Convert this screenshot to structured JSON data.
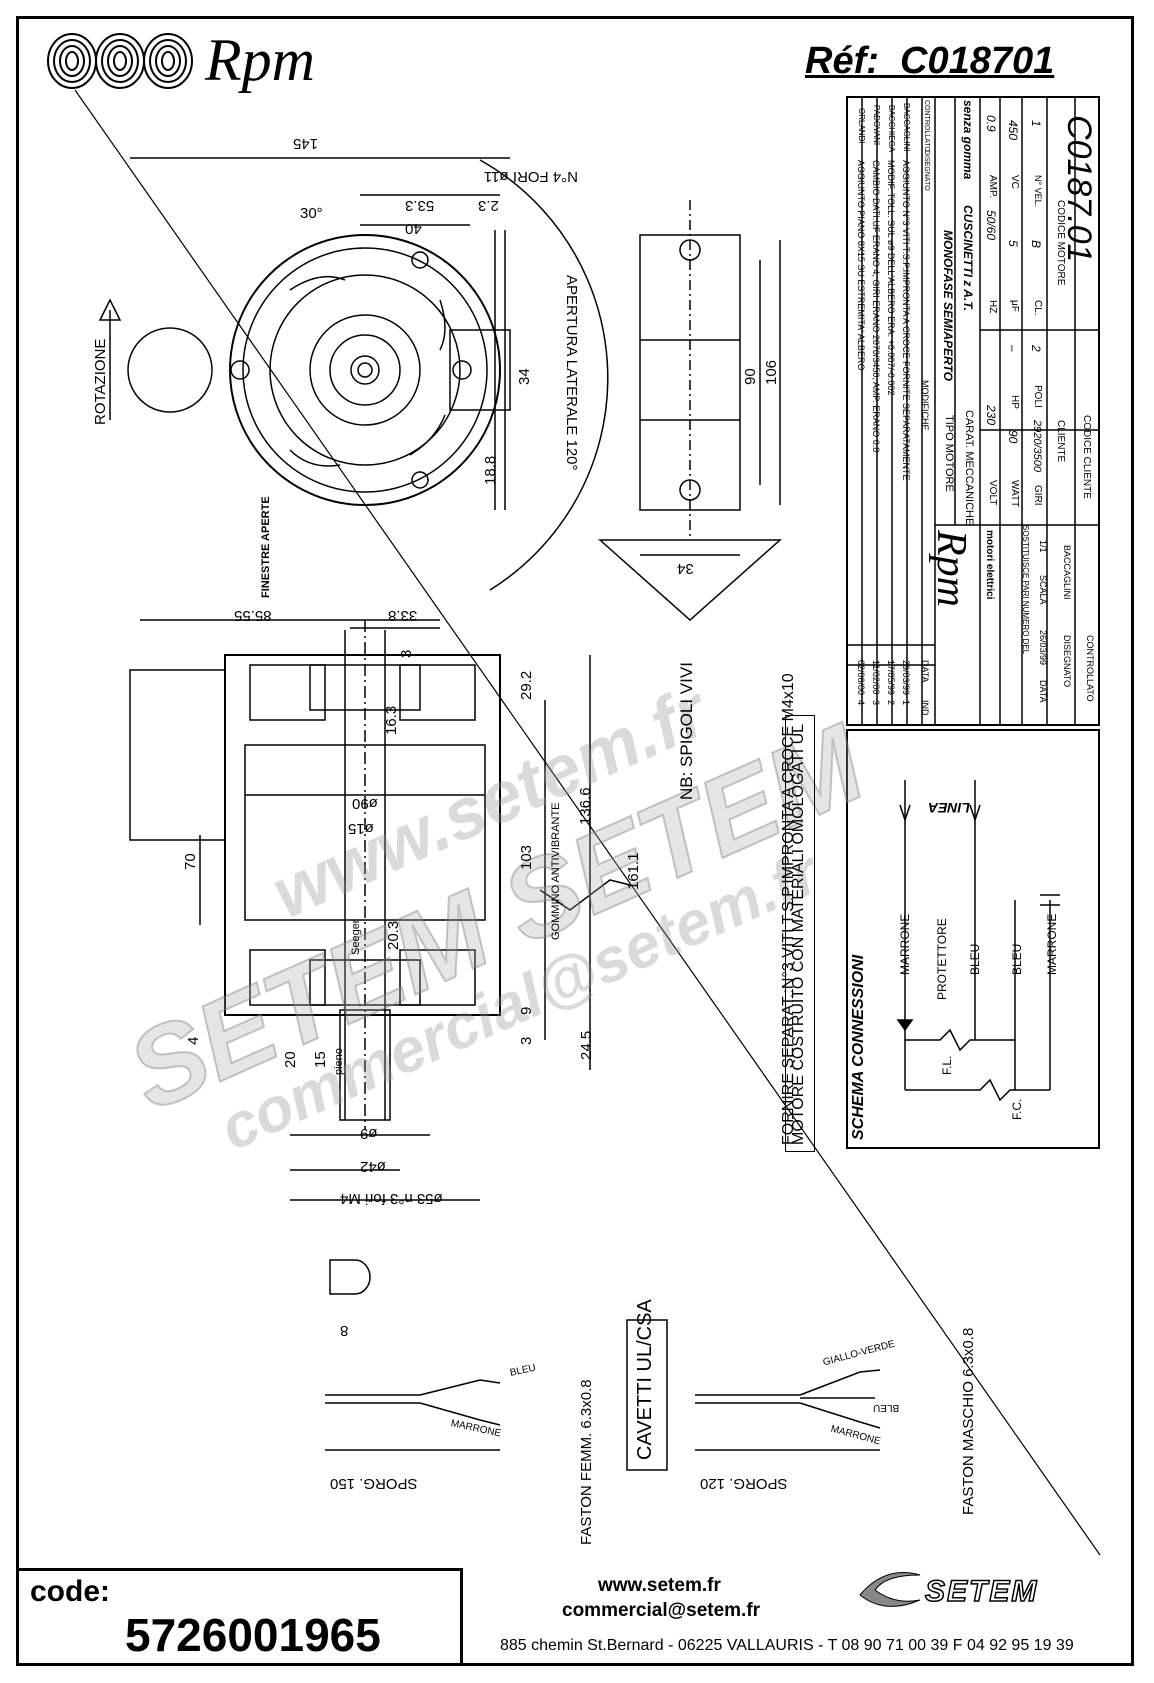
{
  "header": {
    "brand": "Rpm",
    "ref_label": "Réf:",
    "ref_value": "C018701"
  },
  "title_block": {
    "revisions": [
      {
        "ind": "4",
        "date": "02/06/00",
        "text": "AGGIUNTO PIANO 8X15 SU ESTREMITA' ALBERO",
        "by": "ORLANDI"
      },
      {
        "ind": "3",
        "date": "11/02/00",
        "text": "CAMBIO DATI:UF ERANO 4, GIRI ERANO 2870/3450, AMP. ERANO 0.8",
        "by": "PADOVANI"
      },
      {
        "ind": "2",
        "date": "17/05/99",
        "text": "MODIF. TOLL. SUL ø9 DELL'ALBERO ERA: +0.007/-0.002",
        "by": "BACCHIEGA"
      },
      {
        "ind": "1",
        "date": "29/03/99",
        "text": "AGGIUNTO N°3 VITI T.S.P.IMPRONTA A CROCE FORNITE SEPARATAMENTE",
        "by": "BACCAGLINI"
      }
    ],
    "rev_header": {
      "ind": "IND",
      "date": "DATA",
      "modifiche": "MODIFICHE",
      "disegnato": "DISEGNATO",
      "controllato": "CONTROLLATO"
    },
    "company": "Rpm",
    "company_sub": "motori elettrici",
    "tipo_motore_label": "TIPO MOTORE",
    "tipo_motore": "MONOFASE SEMIAPERTO",
    "carat_label": "CARAT. MECCANICHE",
    "carat": "CUSCINETTI z A.T.",
    "senza": "senza gomma",
    "volt_label": "VOLT",
    "volt": "230",
    "hz_label": "HZ",
    "hz": "50/60",
    "amp_label": "AMP.",
    "amp": "0.9",
    "watt_label": "WATT",
    "watt": "90",
    "hp_label": "HP",
    "hp": "–",
    "uf_label": "μF",
    "uf": "5",
    "vc_label": "VC",
    "vc": "450",
    "giri_label": "GIRI",
    "giri": "2920/3500",
    "poli_label": "POLI",
    "poli": "2",
    "cl_label": "CL.",
    "cl": "B",
    "nvel_label": "N° VEL.",
    "nvel": "1",
    "cliente_label": "CLIENTE",
    "codice_motore_label": "CODICE MOTORE",
    "codice_motore": "C0187.01",
    "codice_cliente_label": "CODICE CLIENTE",
    "sostituisce": "SOSTITUISCE PARI NUMERO DEL",
    "data_label": "DATA",
    "data": "26/03/99",
    "scala_label": "SCALA",
    "scala": "1/1",
    "disegnato_label": "DISEGNATO",
    "disegnato": "BACCAGLINI",
    "controllato_label": "CONTROLLATO"
  },
  "schema": {
    "title": "SCHEMA CONNESSIONI",
    "linea": "LINEA",
    "marrone": "MARRONE",
    "protettore": "PROTETTORE",
    "bleu": "BLEU",
    "fl": "F.L.",
    "fc": "F.C."
  },
  "notes": {
    "spigoli": "NB: SPIGOLI VIVI",
    "fornire": "FORNIRE SEPARAT.:N°3 VITI T.S.P.IMPRONTA A CROCE M4x10",
    "motore": "MOTORE COSTRUITO CON MATERIALI OMOLOGATI UL",
    "rotazione": "ROTAZIONE",
    "apertura": "APERTURA LATERALE 120°",
    "finestre": "FINESTRE APERTE",
    "gommino": "GOMMINO ANTIVIBRANTE",
    "seeger": "Seeger",
    "pieno": "pieno",
    "fori": "N°4 FORI ø11",
    "fori_m4": "ø53 n°3 fori M4",
    "cavetti": "CAVETTI UL/CSA",
    "faston_femm": "FASTON FEMM. 6.3x0.8",
    "faston_maschio": "FASTON MASCHIO 6.3x0.8",
    "sporg150": "SPORG. 150",
    "sporg120": "SPORG. 120",
    "blu": "BLEU",
    "marrone": "MARRONE",
    "giallo_verde": "GIALLO-VERDE"
  },
  "dims": {
    "d145": "145",
    "d30": "30°",
    "d53": "53.3",
    "d23": "2.3",
    "d40": "40",
    "d34a": "34",
    "d90": "90",
    "d106": "106",
    "d34b": "34",
    "d188": "18.8",
    "d8555": "85.55",
    "d338": "33.8",
    "d3": "3",
    "d292": "29.2",
    "d163": "16.3",
    "d90b": "ø90",
    "d15": "ø15",
    "d70": "70",
    "d103": "103",
    "d1366": "136.6",
    "d1611": "161.1",
    "d203": "20.3",
    "d9": "9",
    "d3b": "3",
    "d245": "24.5",
    "d4": "4",
    "d20": "20",
    "d15b": "15",
    "d9b": "ø9",
    "d42": "ø42",
    "d8": "8"
  },
  "footer": {
    "code_label": "code:",
    "code": "5726001965",
    "web": "www.setem.fr",
    "mail": "commercial@setem.fr",
    "address": "885 chemin St.Bernard  -  06225 VALLAURIS  -  T 08 90 71 00 39   F 04 92 95 19 39",
    "setem": "SETEM"
  },
  "watermark": {
    "line1": "www.setem.fr",
    "line2": "SETEM SETEM",
    "line3": "commercial@setem.fr"
  }
}
